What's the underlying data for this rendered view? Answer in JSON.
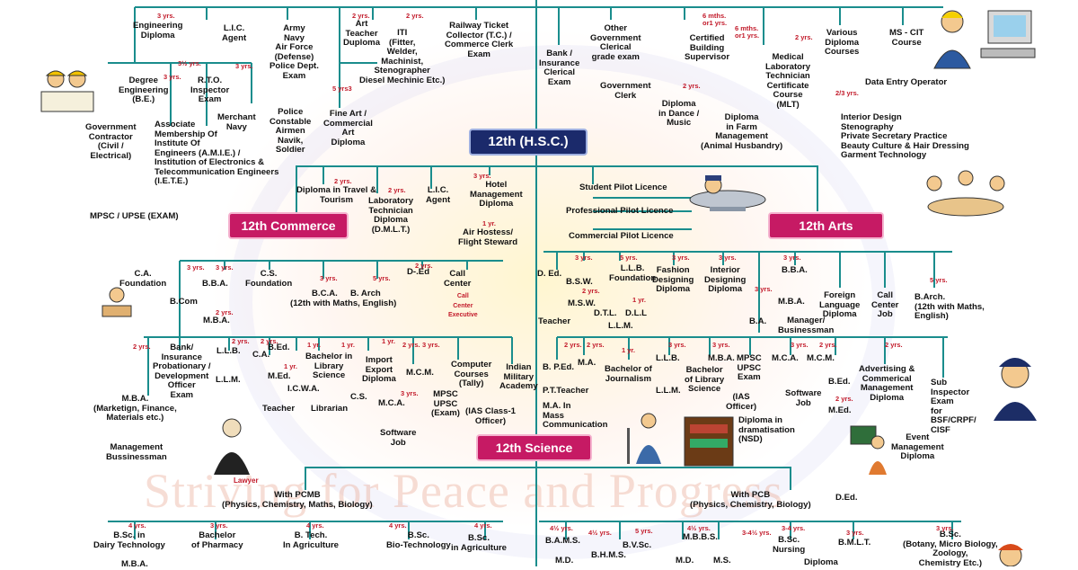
{
  "headers": {
    "hsc": "12th (H.S.C.)",
    "commerce": "12th Commerce",
    "arts": "12th Arts",
    "science": "12th Science"
  },
  "watermark": "Striving for Peace and Progress",
  "colors": {
    "line": "#1a8d8d",
    "hsc_box": "#1b2a6b",
    "stream_box": "#c61a64",
    "duration": "#c21a2a"
  },
  "nodes": {
    "eng_dip": "Engineering\nDiploma",
    "lic": "L.I.C.\nAgent",
    "army": "Army\nNavy\nAir Force\n(Defense)\nPolice Dept.\nExam",
    "art_teacher": "Art\nTeacher\nDuploma",
    "iti": "ITI\n(Fitter,\nWelder,\nMachinist,\nStenographer\nDiesel Mechinic Etc.)",
    "railway": "Railway Ticket\nCollector (T.C.) /\nCommerce Clerk\nExam",
    "bank_clerical": "Bank /\nInsurance\nClerical\nExam",
    "other_govt": "Other\nGovernment\nClerical\ngrade exam",
    "govt_clerk": "Government\nClerk",
    "cert_building": "Certified\nBuilding\nSupervisor",
    "various_dip": "Various\nDiploma\nCourses",
    "mscit": "MS - CIT\nCourse",
    "degree_eng": "Degree\nEngineering\n(B.E.)",
    "rto": "R.T.O.\nInspector\nExam",
    "merchant_navy": "Merchant\nNavy",
    "police_constable": "Police\nConstable\nAirmen\nNavik,\nSoldier",
    "fine_art": "Fine Art /\nCommercial\nArt\nDiploma",
    "dip_dance": "Diploma\nin Dance /\nMusic",
    "mlt": "Medical\nLaboratory\nTechnician\nCertificate\nCourse\n(MLT)",
    "dip_farm": "Diploma\nin Farm\nManagement\n(Animal Husbandry)",
    "data_entry": "Data Entry Operator",
    "interior_list": "Interior Design\nStenography\nPrivate Secretary Practice\nBeauty Culture & Hair Dressing\nGarment Technology",
    "govt_contractor": "Government\nContractor\n(Civil /\nElectrical)",
    "amie": "Associate\nMembership Of\nInstitute Of\nEngineers (A.M.I.E.) /\nInstitution of Electronics &\nTelecommunication Engineers\n(I.E.T.E.)",
    "mpsc_upse": "MPSC / UPSE (EXAM)",
    "dip_travel": "Diploma in Travel &\nTourism",
    "dmlt": "Laboratory\nTechnician\nDiploma\n(D.M.L.T.)",
    "lic_agent2": "L.I.C.\nAgent",
    "hotel_mgmt": "Hotel\nManagement\nDiploma",
    "air_hostess": "Air Hostess/\nFlight Steward",
    "student_pilot": "Student Pilot Licence",
    "prof_pilot": "Professional Pilot Licence",
    "comm_pilot": "Commercial Pilot Licence",
    "ca_foundation": "C.A.\nFoundation",
    "bba": "B.B.A.",
    "cs_foundation": "C.S.\nFoundation",
    "bca": "B.C.A.",
    "barch": "B. Arch",
    "bca_note": "(12th with Maths, English)",
    "ded": "D-.Ed",
    "call_center": "Call\nCenter",
    "call_exec": "Call\nCenter\nExecutive",
    "bcom": "B.Com",
    "mba_c": "M.B.A.",
    "ded_arts": "D. Ed.",
    "llb_found": "L.L.B.\nFoundation",
    "bsw": "B.S.W.",
    "msw": "M.S.W.",
    "dtl": "D.T.L.",
    "dll": "D.L.L",
    "llm": "L.L.M.",
    "fashion": "Fashion\nDesigning\nDiploma",
    "interior_dip": "Interior\nDesigning\nDiploma",
    "bba_arts": "B.B.A.",
    "mba_arts": "M.B.A.",
    "manager": "Manager/\nBusinessman",
    "foreign_lang": "Foreign\nLanguage\nDiploma",
    "call_job": "Call\nCenter\nJob",
    "barch_arts": "B.Arch.\n(12th with Maths,\nEnglish)",
    "teacher": "Teacher",
    "ba": "B.A.",
    "bank_po": "Bank/\nInsurance\nProbationary /\nDevelopment\nOfficer\nExam",
    "llb_c": "L.L.B.",
    "ca": "C.A.",
    "llm_c": "L.L.M.",
    "bed_c": "B.Ed.",
    "med_c": "M.Ed.",
    "teacher_c": "Teacher",
    "icwa": "I.C.W.A.",
    "bach_lib": "Bachelor in\nLibrary\nScience",
    "librarian": "Librarian",
    "cs": "C.S.",
    "import_export": "Import\nExport\nDiploma",
    "mca_c": "M.C.A.",
    "mcm": "M.C.M.",
    "software_c": "Software\nJob",
    "comp_courses": "Computer\nCourses\n(Tally)",
    "mpsc_c": "MPSC\nUPSC\n(Exam)",
    "ias_c": "(IAS Class-1\nOfficer)",
    "military": "Indian\nMilitary\nAcademy",
    "mba_fin": "M.B.A.\n(Marketign, Finance,\nMaterials etc.)",
    "mgmt_business": "Management\nBussinessman",
    "lawyer": "Lawyer",
    "bped": "B. P.Ed.",
    "ma": "M.A.",
    "pt_teacher": "P.T.Teacher",
    "bach_journ": "Bachelor of\nJournalism",
    "ma_mass": "M.A. In\nMass\nCommunication",
    "llb_a": "L.L.B.",
    "llm_a": "L.L.M.",
    "bach_lib_a": "Bachelor\nof Library\nScience",
    "mba_a": "M.B.A.",
    "mpsc_a": "MPSC\nUPSC\nExam",
    "ias_a": "(IAS\nOfficer)",
    "dip_drama": "Diploma in\ndramatisation\n(NSD)",
    "mca_a": "M.C.A.",
    "mcm_a": "M.C.M.",
    "software_a": "Software\nJob",
    "advertising": "Advertising &\nCommerical\nManagement\nDiploma",
    "bed_a": "B.Ed.",
    "med_a": "M.Ed.",
    "event_mgmt": "Event\nManagement\nDiploma",
    "sub_inspector": "Sub\nInspector\nExam\nfor\nBSF/CRPF/\nCISF",
    "ded_a": "D.Ed.",
    "pcmb": "With PCMB\n(Physics, Chemistry, Maths, Biology)",
    "pcb": "With PCB\n(Physics, Chemistry, Biology)",
    "bsc_dairy": "B.Sc. in\nDairy Technology",
    "b_pharm": "Bachelor\nof Pharmacy",
    "btech_agri": "B. Tech.\nIn Agriculture",
    "bsc_biotech": "B.Sc.\nBio-Technology",
    "bsc_agri": "B.Sc.\nin Agriculture",
    "bams": "B.A.M.S.",
    "bhms": "B.H.M.S.",
    "bvsc": "B.V.Sc.",
    "mbbs": "M.B.B.S.",
    "bsc_nursing": "B.Sc.\nNursing",
    "bmlt": "B.M.L.T.",
    "bsc_bot": "B.Sc.\n(Botany, Micro Biology,\nZoology,\nChemistry Etc.)",
    "md_s": "M.D.",
    "md_s2": "M.D.",
    "ms_s": "M.S.",
    "mba_s": "M.B.A.",
    "diploma_s": "Diploma"
  },
  "durations": {
    "y3": "3 yrs.",
    "y2": "2 yrs.",
    "y1": "1 yr.",
    "y4": "4 yrs.",
    "y5": "5 yrs.",
    "y3h": "3½ yrs.",
    "y4h": "4½ yrs.",
    "y6m": "6 mths.\nor1 yrs.",
    "y23": "2/3 yrs.",
    "y34": "3-4 yrs.",
    "y34h": "3-4½ yrs.",
    "y5yrs3": "5 yrs3"
  }
}
